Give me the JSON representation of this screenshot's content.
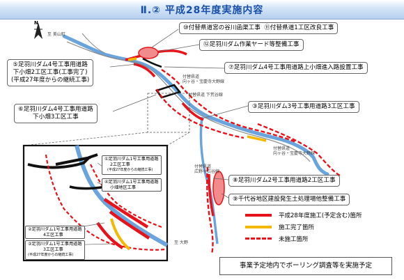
{
  "title": "Ⅱ.② 平成28年度実施内容",
  "callouts": {
    "c10": "⑩付替県道宮の谷川函渠工事",
    "c11": "⑪付替県道1工区改良工事",
    "c12": "⑫足羽川ダム作業ヤード等整備工事",
    "c5": [
      "⑤足羽川ダム4号工事用道路",
      "下小畑2工区工事(工事完了)",
      "(平成27年度からの継続工事)"
    ],
    "c7": "⑦足羽川ダム4号工事用道路上小畑進入路設置工事",
    "c6": [
      "⑥足羽川ダム4号工事用道路",
      "下小畑3工区工事"
    ],
    "c3": "③足羽川ダム3号工事用道路3工区工事",
    "c8": "⑧足羽川ダム2号工事用道路2工区工事",
    "c9": "⑨千代谷地区建設発生土処理場他整備工事"
  },
  "map_labels": {
    "l1": "至 美山町",
    "l2": "付替県道",
    "l3": "向ヶ谷・宝慶寺大野線",
    "l4": "付替県道 下荒谷線",
    "l5": "付替県道",
    "l6": "向ヶ谷・宝慶寺大野線",
    "l7": "付替県道",
    "l8": "広野十石谷線",
    "l9": "至 大野"
  },
  "inset": {
    "i1": [
      "①足羽川ダム1号工事用道路",
      "2工区工事"
    ],
    "i1_sub": "(平成27年度からの継続工事)",
    "i4": [
      "④足羽川ダム1号工事用道路",
      "小畑地区工事"
    ],
    "i2": [
      "②足羽川ダム1号工事用道路",
      "4工区工事"
    ],
    "i3": [
      "③足羽川ダム1号工事用道路",
      "3工区工事"
    ],
    "i3_sub": "(平成27年度からの継続工事)"
  },
  "legend": {
    "red_solid": "平成28年度施工(予定含む)箇所",
    "yellow": "施工完了箇所",
    "red_dashed": "未施工箇所"
  },
  "note": "事業予定地内でボーリング調査等を実施予定",
  "north_label": "N",
  "colors": {
    "construction_red": "#e8121a",
    "completed_yellow": "#f5b800",
    "river_blue": "#6aa4dc",
    "title_blue": "#1a4fa8"
  }
}
